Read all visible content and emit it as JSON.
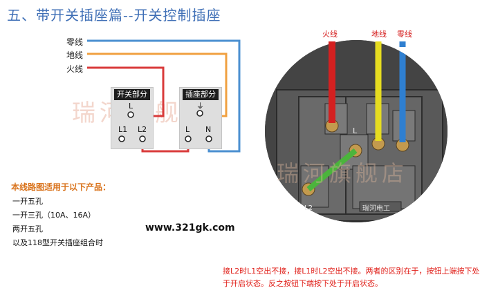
{
  "title": "五、带开关插座篇--开关控制插座",
  "wires": {
    "neutral": "零线",
    "ground": "地线",
    "live": "火线"
  },
  "switch_box": {
    "header": "开关部分",
    "top_terminal": "L",
    "bottom_left": "L1",
    "bottom_right": "L2"
  },
  "socket_box": {
    "header": "插座部分",
    "ground_symbol": "⏚",
    "left_terminal": "L",
    "right_terminal": "N"
  },
  "watermark": "瑞河旗舰店",
  "note": {
    "title": "本线路图适用于以下产品：",
    "lines": [
      "一开五孔",
      "一开三孔（10A、16A）",
      "两开五孔",
      "以及118型开关插座组合时"
    ]
  },
  "url": "www.321gk.com",
  "photo": {
    "live_label": "火线",
    "ground_label": "地线",
    "neutral_label": "零线",
    "module_top_label": "L",
    "bottom_left_label": "L2",
    "brand_plate": "瑞河电工"
  },
  "caption": [
    "接L2时L1空出不接，接L1时L2空出不接。两者的区别在于，按钮上端按下处",
    "于开启状态。反之按钮下端按下处于开启状态。"
  ],
  "colors": {
    "title": "#3f6fb6",
    "live_wire": "#d93a3a",
    "neutral_wire": "#4a8fd0",
    "ground_wire": "#f0a040",
    "note_title": "#d9731c",
    "caption": "#e0201a"
  }
}
